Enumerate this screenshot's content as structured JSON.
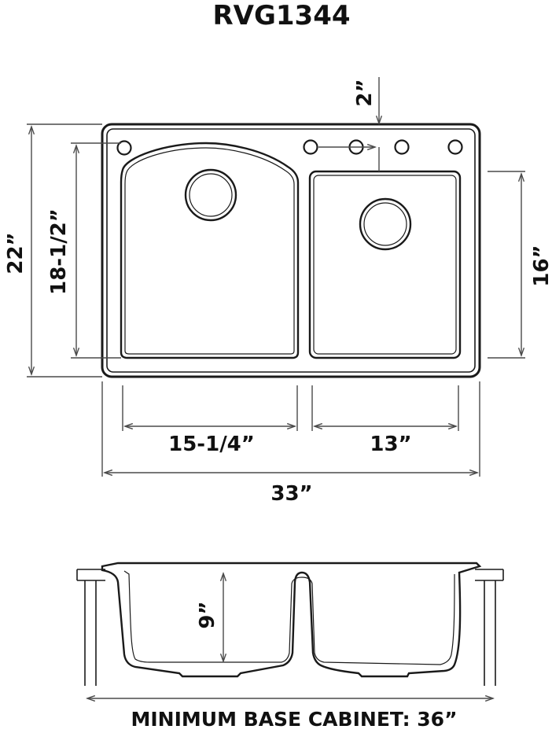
{
  "title": "RVG1344",
  "dimensions": {
    "top_margin": "2”",
    "overall_depth": "22”",
    "left_bowl_depth": "18-1/2”",
    "right_bowl_depth": "16”",
    "left_bowl_width": "15-1/4”",
    "right_bowl_width": "13”",
    "overall_width": "33”",
    "bowl_depth": "9”"
  },
  "footer": "MINIMUM BASE CABINET: 36”"
}
